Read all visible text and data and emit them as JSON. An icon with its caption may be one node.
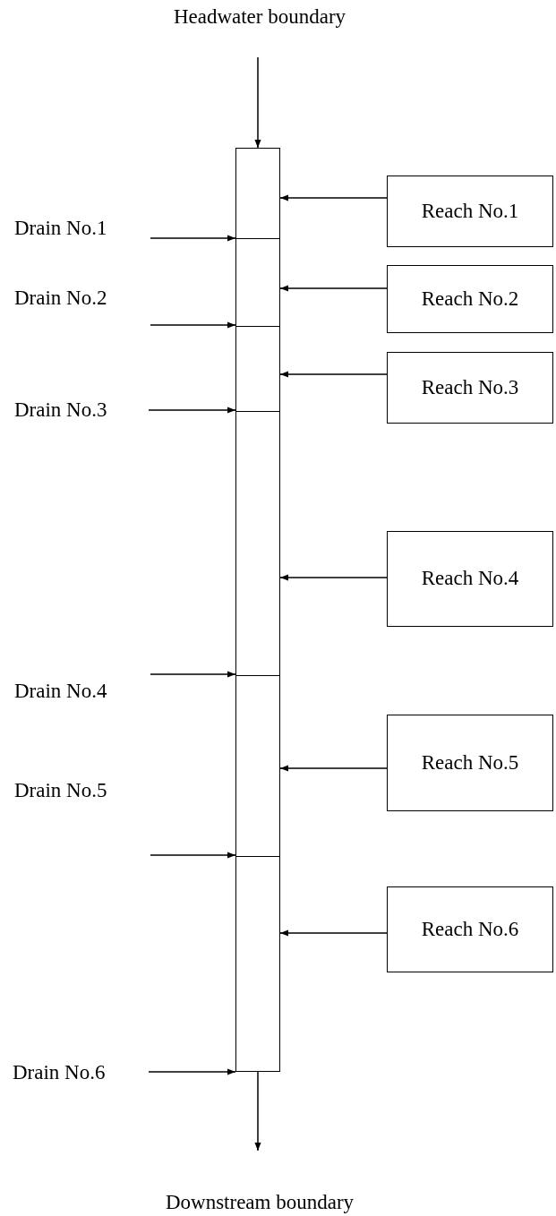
{
  "diagram": {
    "nodes": [
      {
        "text": [
          "Headwater boundary"
        ]
      },
      {
        "text": [],
        "shape": "bar"
      },
      {
        "text": [
          "Reach No.1"
        ]
      },
      {
        "text": [
          "Reach No.2"
        ]
      },
      {
        "text": [
          "Reach No.3"
        ]
      },
      {
        "text": [
          "Reach No.4"
        ]
      },
      {
        "text": [
          "Reach No.5"
        ]
      },
      {
        "text": [
          "Reach No.6"
        ]
      },
      {
        "text": [
          "Drain No.1"
        ]
      },
      {
        "text": [
          "Drain No.2"
        ]
      },
      {
        "text": [
          "Drain No.3"
        ]
      },
      {
        "text": [
          "Drain No.4"
        ]
      },
      {
        "text": [
          "Drain No.5"
        ]
      },
      {
        "text": [
          "Drain No.6"
        ]
      },
      {
        "text": [
          "Downstream boundary"
        ]
      }
    ],
    "edges": [
      {
        "from": 0,
        "to": 1,
        "arrow": "to"
      },
      {
        "from": 2,
        "to": 1,
        "arrow": "to"
      },
      {
        "from": 3,
        "to": 1,
        "arrow": "to"
      },
      {
        "from": 4,
        "to": 1,
        "arrow": "to"
      },
      {
        "from": 5,
        "to": 1,
        "arrow": "to"
      },
      {
        "from": 6,
        "to": 1,
        "arrow": "to"
      },
      {
        "from": 7,
        "to": 1,
        "arrow": "to"
      },
      {
        "from": 8,
        "to": 1,
        "arrow": "to"
      },
      {
        "from": 9,
        "to": 1,
        "arrow": "to"
      },
      {
        "from": 10,
        "to": 1,
        "arrow": "to"
      },
      {
        "from": 11,
        "to": 1,
        "arrow": "to"
      },
      {
        "from": 12,
        "to": 1,
        "arrow": "to"
      },
      {
        "from": 13,
        "to": 1,
        "arrow": "to"
      },
      {
        "from": 1,
        "to": 14,
        "arrow": "to"
      }
    ]
  }
}
